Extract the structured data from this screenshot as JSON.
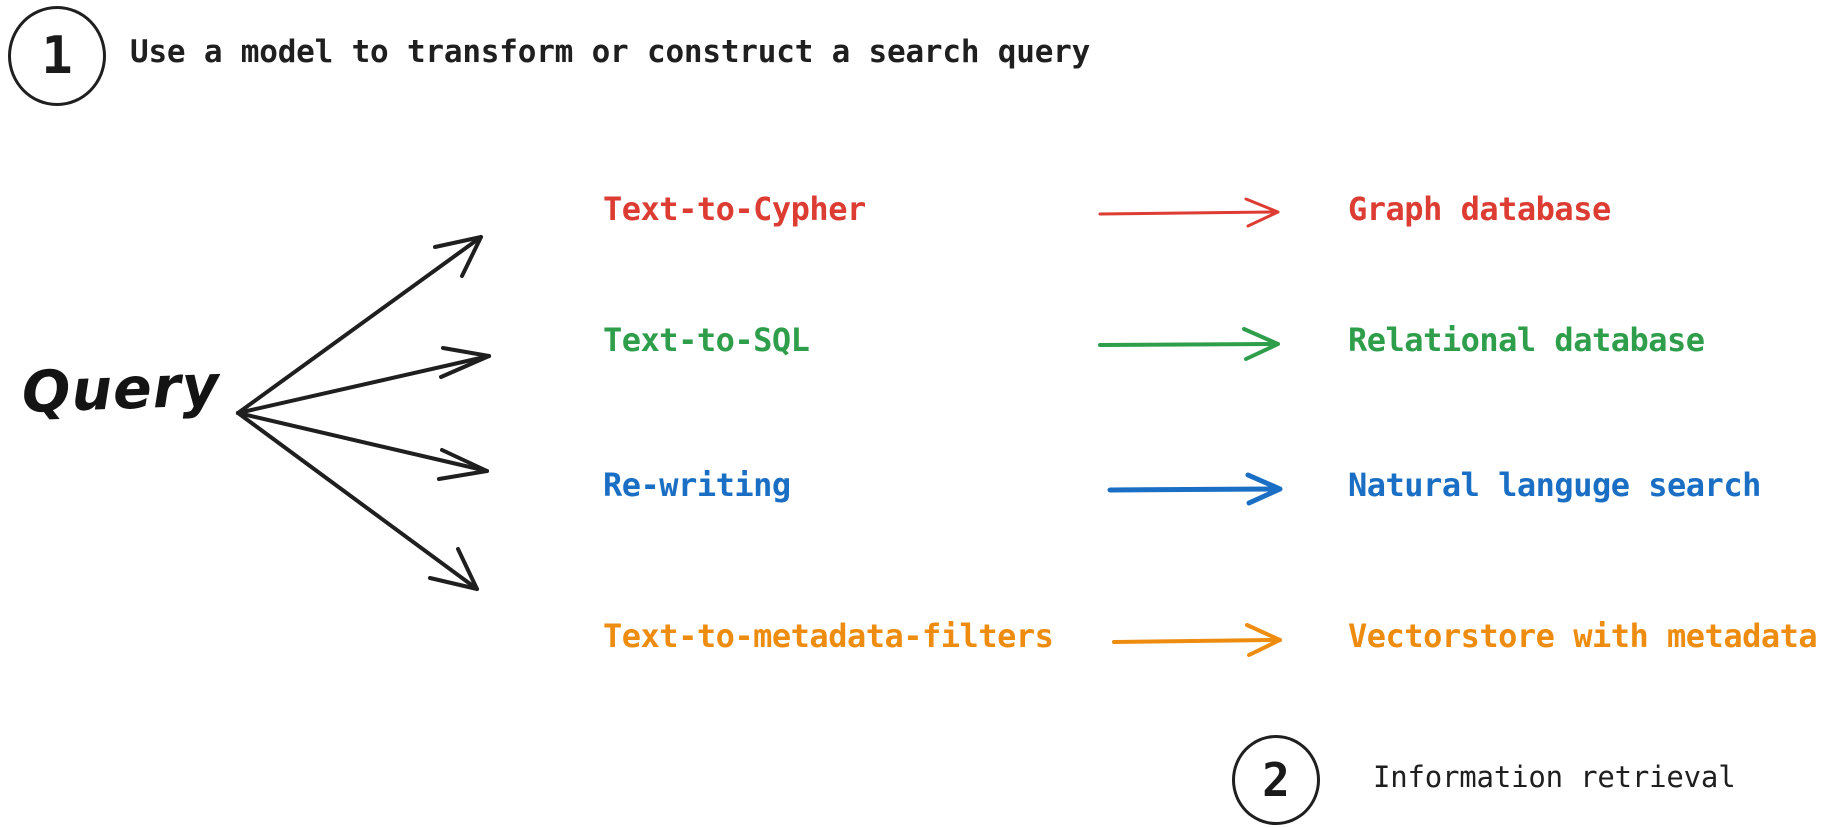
{
  "steps": [
    {
      "number": "1",
      "caption": "Use a model to transform or construct a search query"
    },
    {
      "number": "2",
      "caption": "Information retrieval"
    }
  ],
  "source": {
    "label": "Query"
  },
  "colors": {
    "ink": "#1f1f1f",
    "red": "#dc3c32",
    "green": "#2e9e4a",
    "blue": "#1a6fc4",
    "orange": "#ee8c10",
    "background": "#ffffff"
  },
  "chart_data": {
    "type": "diagram",
    "title": "Query transformation and construction routing",
    "source_node": "Query",
    "rows": [
      {
        "technique": "Text-to-Cypher",
        "target": "Graph database",
        "color": "#dc3c32",
        "color_name": "red",
        "arrow": "right-arrow"
      },
      {
        "technique": "Text-to-SQL",
        "target": "Relational database",
        "color": "#2e9e4a",
        "color_name": "green",
        "arrow": "right-arrow"
      },
      {
        "technique": "Re-writing",
        "target": "Natural languge search",
        "color": "#1a6fc4",
        "color_name": "blue",
        "arrow": "right-arrow"
      },
      {
        "technique": "Text-to-metadata-filters",
        "target": "Vectorstore with metadata",
        "color": "#ee8c10",
        "color_name": "orange",
        "arrow": "right-arrow"
      }
    ],
    "annotations": [
      "1 — Use a model to transform or construct a search query",
      "2 — Information retrieval"
    ]
  }
}
